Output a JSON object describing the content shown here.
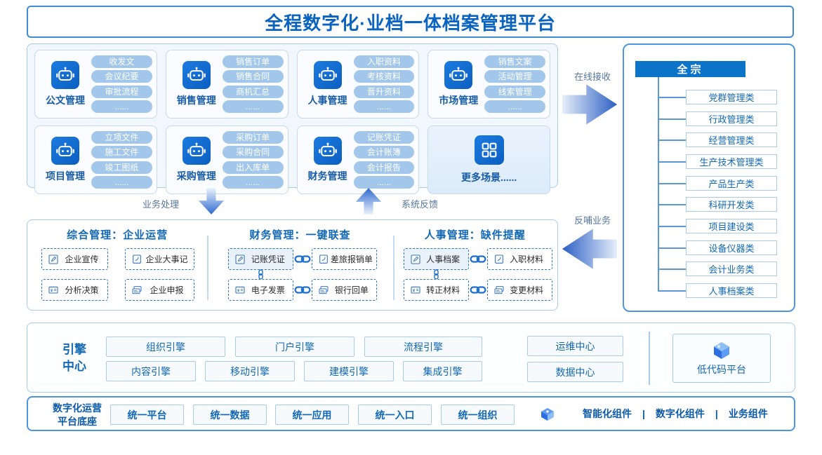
{
  "title": "全程数字化·业档一体档案管理平台",
  "colors": {
    "primary_blue": "#0A63BE",
    "header_blue": "#0B74C9",
    "pill_blue": "#A3C7EA",
    "border_blue": "#4E96DB"
  },
  "modules": {
    "rows": [
      [
        {
          "name": "公文管理",
          "items": [
            "收发文",
            "会议纪要",
            "审批流程",
            "......"
          ]
        },
        {
          "name": "销售管理",
          "items": [
            "销售订单",
            "销售合同",
            "商机汇总",
            "......"
          ]
        },
        {
          "name": "人事管理",
          "items": [
            "入职资料",
            "考核资料",
            "晋升资料",
            "......"
          ]
        },
        {
          "name": "市场管理",
          "items": [
            "销售文案",
            "活动管理",
            "线索管理",
            "......"
          ]
        }
      ],
      [
        {
          "name": "项目管理",
          "items": [
            "立项文件",
            "施工文件",
            "竣工图纸",
            "......"
          ]
        },
        {
          "name": "采购管理",
          "items": [
            "采购订单",
            "采购合同",
            "出入库单",
            "......"
          ]
        },
        {
          "name": "财务管理",
          "items": [
            "记账凭证",
            "会计账簿",
            "会计报告",
            "......"
          ]
        }
      ]
    ],
    "more": {
      "name": "更多场景......"
    }
  },
  "flow": {
    "online_receive": "在线接收",
    "business_process": "业务处理",
    "system_feedback": "系统反馈",
    "feed_back": "反哺业务"
  },
  "archive": {
    "header": "全宗",
    "categories": [
      "党群管理类",
      "行政管理类",
      "经营管理类",
      "生产技术管理类",
      "产品生产类",
      "科研开发类",
      "项目建设类",
      "设备仪器类",
      "会计业务类",
      "人事档案类"
    ]
  },
  "groups": [
    {
      "title": "综合管理：企业运营",
      "rows": [
        [
          "企业宣传",
          "企业大事记"
        ],
        [
          "分析决策",
          "企业申报"
        ]
      ]
    },
    {
      "title": "财务管理：一键联查",
      "rows": [
        [
          "记账凭证",
          "差旅报销单"
        ],
        [
          "电子发票",
          "银行回单"
        ]
      ]
    },
    {
      "title": "人事管理：缺件提醒",
      "rows": [
        [
          "人事档案",
          "入职材料"
        ],
        [
          "转正材料",
          "变更材料"
        ]
      ]
    }
  ],
  "engine": {
    "label_line1": "引擎",
    "label_line2": "中心",
    "row1": [
      "组织引擎",
      "门户引擎",
      "流程引擎"
    ],
    "row2": [
      "内容引擎",
      "移动引擎",
      "建模引擎",
      "集成引擎"
    ],
    "centers": [
      "运维中心",
      "数据中心"
    ],
    "lowcode": "低代码平台"
  },
  "base": {
    "label_line1": "数字化运营",
    "label_line2": "平台底座",
    "items": [
      "统一平台",
      "统一数据",
      "统一应用",
      "统一入口",
      "统一组织"
    ],
    "components": [
      "智能化组件",
      "数字化组件",
      "业务组件"
    ],
    "separator": "|"
  }
}
